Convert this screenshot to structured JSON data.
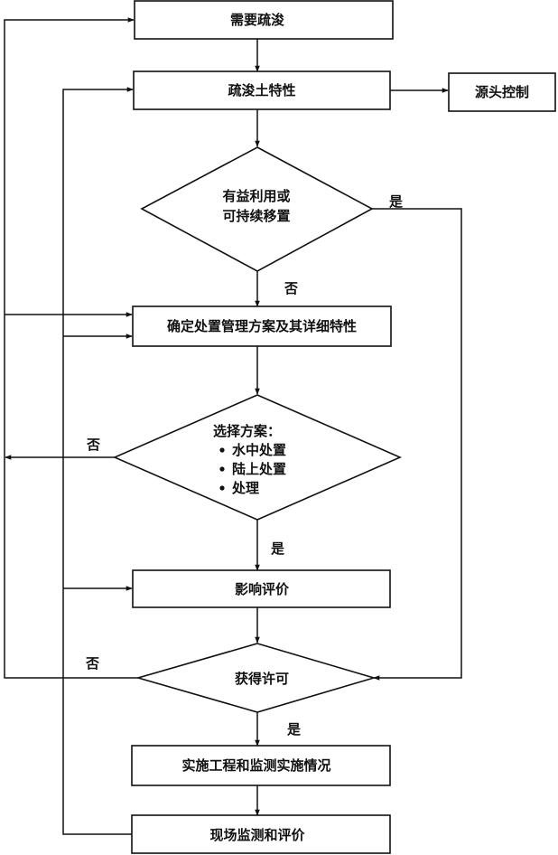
{
  "nodes": {
    "need_dredging": "需要疏浚",
    "sediment_properties": "疏浚土特性",
    "source_control": "源头控制",
    "beneficial_use_line1": "有益利用或",
    "beneficial_use_line2": "可持续移置",
    "disposal_plan": "确定处置管理方案及其详细特性",
    "select_option_title": "选择方案：",
    "select_options": [
      "水中处置",
      "陆上处置",
      "处理"
    ],
    "impact_assessment": "影响评价",
    "obtain_permit": "获得许可",
    "implement_monitor": "实施工程和监测实施情况",
    "field_monitoring": "现场监测和评价"
  },
  "labels": {
    "yes_beneficial": "是",
    "no_beneficial": "否",
    "no_select": "否",
    "yes_select": "是",
    "no_permit": "否",
    "yes_permit": "是"
  },
  "colors": {
    "stroke": "#111111",
    "background": "#ffffff"
  }
}
